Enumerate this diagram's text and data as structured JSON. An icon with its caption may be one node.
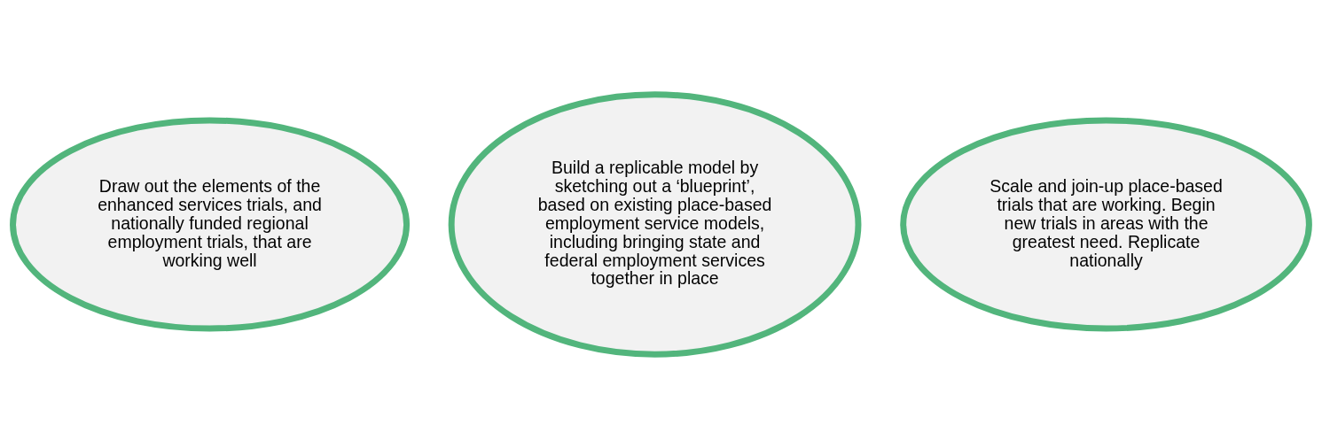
{
  "diagram": {
    "nodes": [
      {
        "text": [
          "Draw out the elements of the enhanced services trials, and nationally funded regional employment trials, that are working well"
        ]
      },
      {
        "text": [
          "Build a replicable model by sketching out a ‘blueprint’, based on existing place-based employment service models, including bringing state and federal employment services together in place"
        ]
      },
      {
        "text": [
          "Scale and join-up place-based trials that are working. Begin new trials in areas with the greatest need. Replicate nationally"
        ]
      }
    ]
  }
}
